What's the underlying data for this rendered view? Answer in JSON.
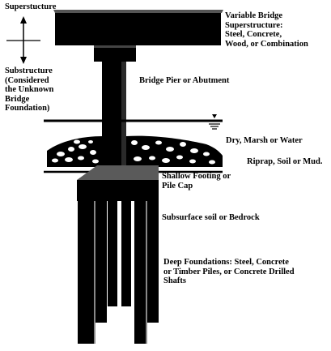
{
  "labels": {
    "superstructure": "Superstucture",
    "substructure": "Substructure\n(Considered\nthe Unknown\nBridge\nFoundation)",
    "variable_bridge": "Variable Bridge\nSuperstructure:\nSteel, Concrete,\nWood, or Combination",
    "pier": "Bridge Pier or Abutment",
    "water": "Dry, Marsh or Water",
    "riprap": "Riprap, Soil or Mud.",
    "footing": "Shallow Footing or\nPile Cap",
    "subsurface": "Subsurface soil or Bedrock",
    "deep": "Deep Foundations: Steel, Concrete\nor Timber Piles, or Concrete Drilled\nShafts"
  },
  "colors": {
    "ink": "#000000",
    "background": "#ffffff"
  }
}
